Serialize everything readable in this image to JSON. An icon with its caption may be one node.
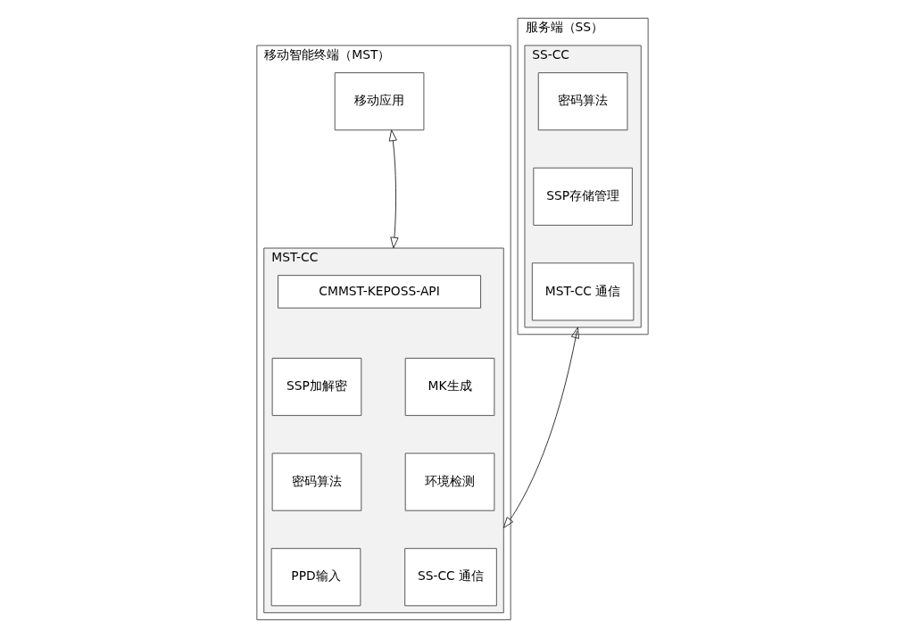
{
  "diagram": {
    "nodes": [
      {
        "text": [
          "移动智能终端（MST）"
        ]
      },
      {
        "text": [
          "移动应用"
        ],
        "in": 0
      },
      {
        "text": [
          "MST-CC"
        ],
        "in": 0
      },
      {
        "text": [
          "CMMST-KEPOSS-API"
        ],
        "in": 2
      },
      {
        "text": [
          "SSP加解密"
        ],
        "in": 2
      },
      {
        "text": [
          "MK生成"
        ],
        "in": 2
      },
      {
        "text": [
          "密码算法"
        ],
        "in": 2
      },
      {
        "text": [
          "环境检测"
        ],
        "in": 2
      },
      {
        "text": [
          "PPD输入"
        ],
        "in": 2
      },
      {
        "text": [
          "SS-CC 通信"
        ],
        "in": 2
      },
      {
        "text": [
          "服务端（SS）"
        ]
      },
      {
        "text": [
          "SS-CC"
        ],
        "in": 10
      },
      {
        "text": [
          "密码算法"
        ],
        "in": 11
      },
      {
        "text": [
          "SSP存储管理"
        ],
        "in": 11
      },
      {
        "text": [
          "MST-CC 通信"
        ],
        "in": 11
      }
    ],
    "edges": [
      {
        "from": 1,
        "to": 2,
        "arrow": "both"
      },
      {
        "from": 2,
        "to": 11,
        "arrow": "both"
      }
    ]
  }
}
